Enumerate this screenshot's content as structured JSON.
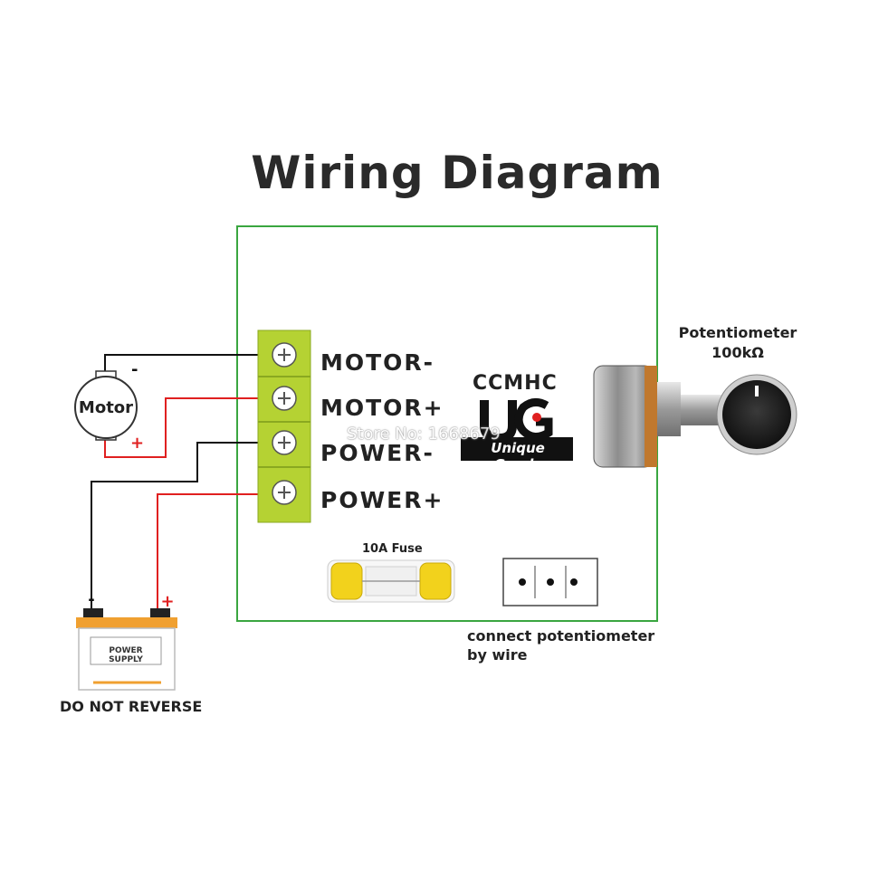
{
  "title": "Wiring Diagram",
  "terminals": [
    "MOTOR-",
    "MOTOR+",
    "POWER-",
    "POWER+"
  ],
  "motor": {
    "label": "Motor",
    "neg": "-",
    "pos": "+"
  },
  "battery": {
    "label": "POWER SUPPLY",
    "neg": "-",
    "pos": "+",
    "warning": "DO NOT REVERSE"
  },
  "brand": {
    "name": "CCMHC",
    "tagline": "Unique Goods",
    "logo": "UG"
  },
  "watermark": "Store No: 1668679",
  "potentiometer": {
    "label": "Potentiometer",
    "value": "100kΩ"
  },
  "fuse": {
    "label": "10A Fuse"
  },
  "pot_connector": {
    "caption_line1": "connect potentiometer",
    "caption_line2": "by wire"
  },
  "colors": {
    "board_border": "#3aa640",
    "terminal_green": "#b5d233",
    "wire_red": "#e02020",
    "wire_black": "#111111",
    "fuse_yellow": "#f2d21c",
    "battery_orange": "#f0a030"
  }
}
